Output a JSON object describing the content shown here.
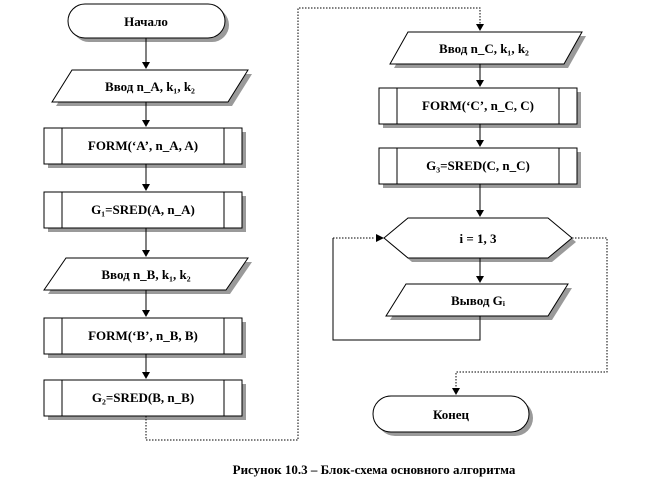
{
  "diagram": {
    "start": "Начало",
    "input_a": "Ввод n_A, k₁, k₂",
    "form_a": "FORM(‘A’, n_A, A)",
    "sred_a": "G₁=SRED(A, n_A)",
    "input_b": "Ввод n_B,  k₁, k₂",
    "form_b": "FORM(‘B’, n_B, B)",
    "sred_b": "G₂=SRED(B, n_B)",
    "input_c": "Ввод n_C, k₁, k₂",
    "form_c": "FORM(‘C’, n_C, C)",
    "sred_c": "G₃=SRED(C, n_C)",
    "loop": "i = 1, 3",
    "output": "Вывод Gᵢ",
    "end": "Конец"
  },
  "caption": "Рисунок  10.3 – Блок-схема основного алгоритма"
}
